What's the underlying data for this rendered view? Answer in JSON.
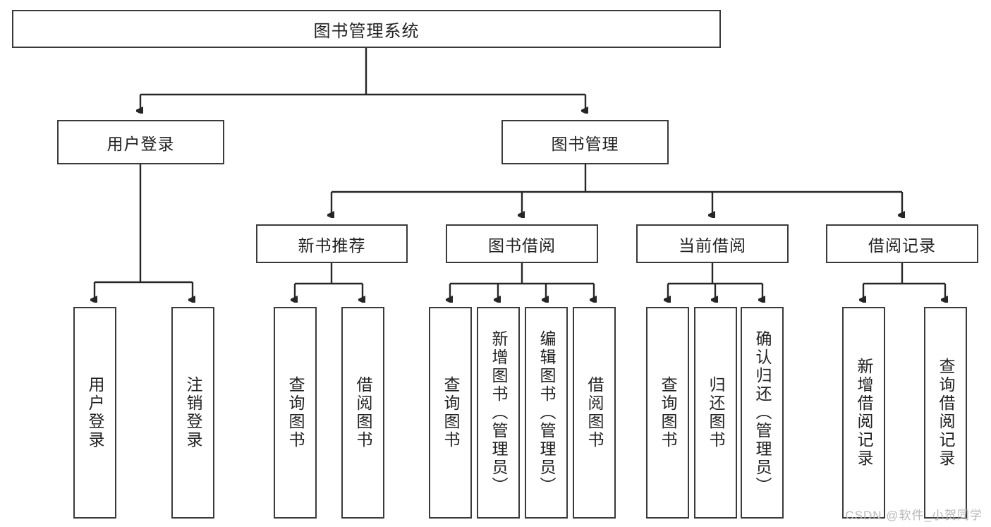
{
  "diagram": {
    "type": "hierarchy-tree",
    "title": "图书管理系统",
    "root": {
      "label": "图书管理系统"
    },
    "level2": [
      {
        "label": "用户登录"
      },
      {
        "label": "图书管理"
      }
    ],
    "level3": [
      {
        "label": "新书推荐"
      },
      {
        "label": "图书借阅"
      },
      {
        "label": "当前借阅"
      },
      {
        "label": "借阅记录"
      }
    ],
    "leaves": {
      "user_login": [
        {
          "label": "用户登录"
        },
        {
          "label": "注销登录"
        }
      ],
      "new_book_recommend": [
        {
          "label": "查询图书"
        },
        {
          "label": "借阅图书"
        }
      ],
      "book_borrow": [
        {
          "label": "查询图书"
        },
        {
          "label": "新增图书（管理员）"
        },
        {
          "label": "编辑图书（管理员）"
        },
        {
          "label": "借阅图书"
        }
      ],
      "current_borrow": [
        {
          "label": "查询图书"
        },
        {
          "label": "归还图书"
        },
        {
          "label": "确认归还（管理员）"
        }
      ],
      "borrow_record": [
        {
          "label": "新增借阅记录"
        },
        {
          "label": "查询借阅记录"
        }
      ]
    }
  },
  "watermark": {
    "text": "CSDN @软件_小贺同学"
  },
  "colors": {
    "box_border": "#3a3a3a",
    "box_fill": "#ffffff",
    "edge": "#262626",
    "text": "#222222",
    "watermark": "#b8b8b8"
  }
}
